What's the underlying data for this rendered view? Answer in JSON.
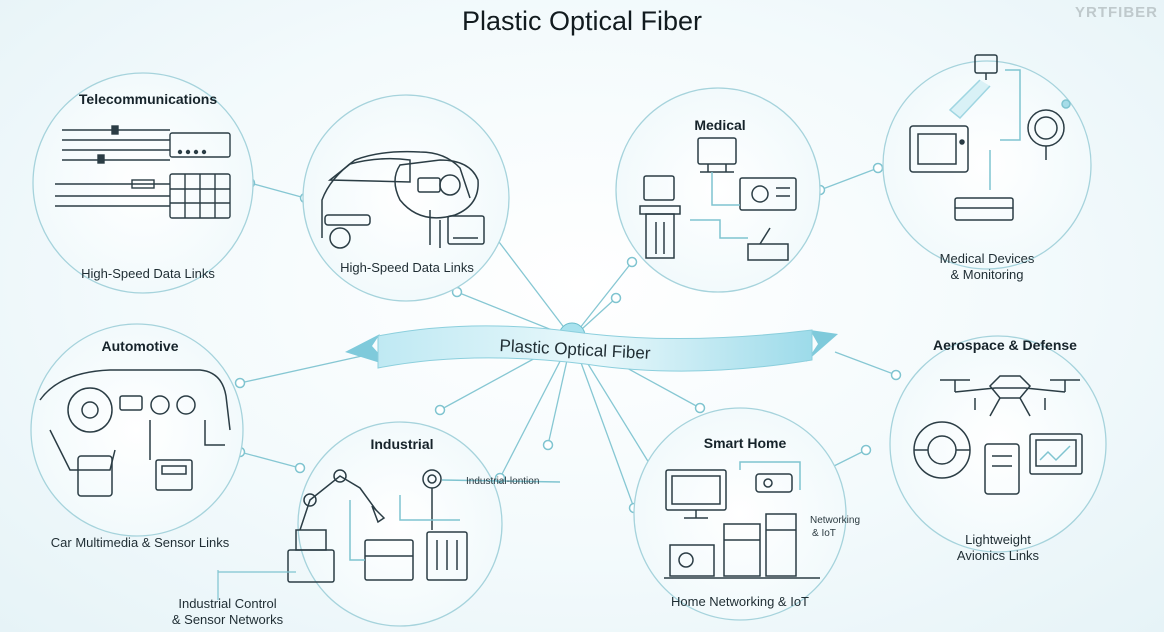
{
  "title": "Plastic Optical Fiber",
  "watermark": "YRTFIBER",
  "banner": "Plastic Optical Fiber",
  "nodes": {
    "telecom": {
      "heading": "Telecommunications",
      "caption": "High-Speed Data Links"
    },
    "car_exterior": {
      "caption": "High-Speed Data Links"
    },
    "medical": {
      "heading": "Medical"
    },
    "medical_devices": {
      "caption_line1": "Medical Devices",
      "caption_line2": "& Monitoring"
    },
    "automotive": {
      "heading": "Automotive",
      "caption": "Car Multimedia & Sensor Links"
    },
    "industrial": {
      "heading": "Industrial",
      "inner_label": "Industrial-lontion",
      "caption_line1": "Industrial Control",
      "caption_line2": "& Sensor Networks"
    },
    "smart_home": {
      "heading": "Smart Home",
      "inner_line1": "Networking",
      "inner_line2": "& IoT",
      "caption": "Home Networking & IoT"
    },
    "aerospace": {
      "heading": "Aerospace & Defense",
      "caption_line1": "Lightweight",
      "caption_line2": "Avionics Links"
    }
  },
  "colors": {
    "line": "#7fc4d0",
    "stroke": "#2b3d45",
    "banner": "#8fd3e4",
    "circle": "#9fd0da"
  }
}
